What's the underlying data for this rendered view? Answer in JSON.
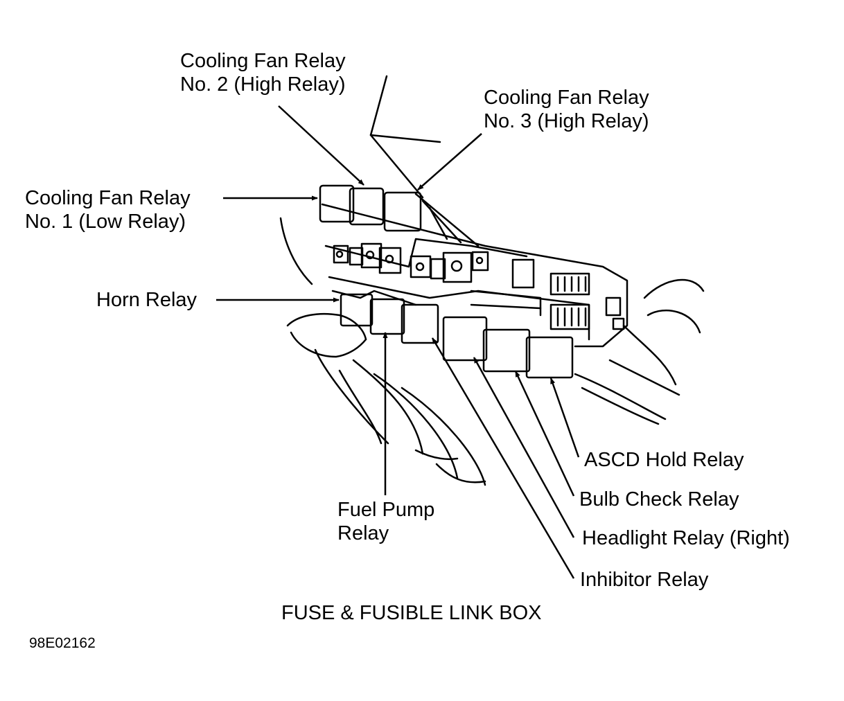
{
  "diagram": {
    "caption": "FUSE & FUSIBLE LINK BOX",
    "figure_code": "98E02162",
    "labels": {
      "cooling_fan_relay_2_line1": "Cooling Fan Relay",
      "cooling_fan_relay_2_line2": "No. 2 (High Relay)",
      "cooling_fan_relay_3_line1": "Cooling Fan Relay",
      "cooling_fan_relay_3_line2": "No. 3 (High Relay)",
      "cooling_fan_relay_1_line1": "Cooling Fan Relay",
      "cooling_fan_relay_1_line2": "No. 1 (Low Relay)",
      "horn_relay": "Horn Relay",
      "ascd_hold_relay": "ASCD Hold Relay",
      "bulb_check_relay": "Bulb Check Relay",
      "headlight_relay_right": "Headlight Relay (Right)",
      "inhibitor_relay": "Inhibitor Relay",
      "fuel_pump_relay_line1": "Fuel Pump",
      "fuel_pump_relay_line2": "Relay"
    }
  }
}
